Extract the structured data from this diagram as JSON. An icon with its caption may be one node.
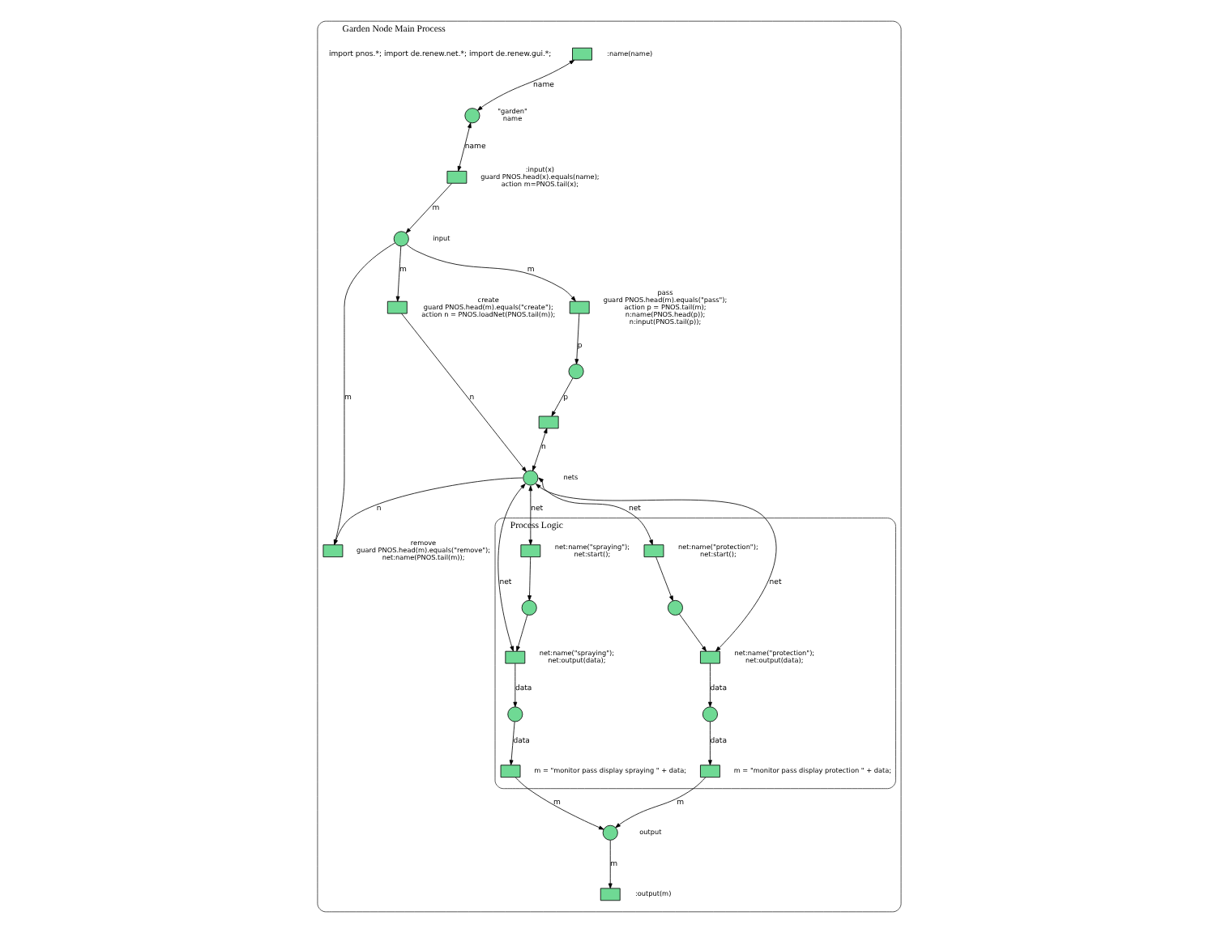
{
  "diagram": {
    "nodes": [
      {
        "text": [
          "Garden Node Main Process"
        ]
      },
      {
        "text": [],
        "shape": "box",
        "in": 0,
        "beside": [
          ":name(name)"
        ]
      },
      {
        "text": [],
        "shape": "circle",
        "in": 0,
        "beside": [
          "\"garden\"",
          "name"
        ]
      },
      {
        "text": [],
        "shape": "box",
        "in": 0,
        "beside": [
          ":input(x)",
          "guard PNOS.head(x).equals(name); action m=PNOS.tail(x);"
        ]
      },
      {
        "text": [],
        "shape": "circle",
        "in": 0,
        "beside": [
          "input"
        ]
      },
      {
        "text": [],
        "shape": "box",
        "in": 0,
        "beside": [
          "remove",
          "guard PNOS.head(m).equals(\"remove\"); net:name(PNOS.tail(m));"
        ]
      },
      {
        "text": [],
        "shape": "box",
        "in": 0,
        "beside": [
          "pass",
          "guard PNOS.head(m).equals(\"pass\"); action p = PNOS.tail(m); n:name(PNOS.head(p)); n:input(PNOS.tail(p));"
        ]
      },
      {
        "text": [],
        "shape": "box",
        "in": 0,
        "beside": [
          "create",
          "guard PNOS.head(m).equals(\"create\"); action n = PNOS.loadNet(PNOS.tail(m));"
        ]
      },
      {
        "text": [],
        "shape": "circle",
        "in": 0
      },
      {
        "text": [],
        "shape": "box",
        "in": 0
      },
      {
        "text": [],
        "shape": "circle",
        "in": 0,
        "beside": [
          "nets"
        ]
      },
      {
        "text": [],
        "shape": "box",
        "in": 0,
        "beside": [
          ":output(m)"
        ]
      },
      {
        "text": [],
        "shape": "circle",
        "in": 0,
        "beside": [
          "output"
        ]
      },
      {
        "text": [
          "Process Logic"
        ],
        "in": 0
      },
      {
        "text": [],
        "shape": "box",
        "in": 13,
        "beside": [
          "m = \"monitor pass display protection \" + data;"
        ]
      },
      {
        "text": [],
        "shape": "circle",
        "in": 13
      },
      {
        "text": [],
        "shape": "box",
        "in": 13,
        "beside": [
          "net:name(\"protection\"); net:output(data);"
        ]
      },
      {
        "text": [],
        "shape": "circle",
        "in": 13
      },
      {
        "text": [],
        "shape": "box",
        "in": 13,
        "beside": [
          "net:name(\"protection\"); net:start();"
        ]
      },
      {
        "text": [],
        "shape": "box",
        "in": 13,
        "beside": [
          "m = \"monitor pass display spraying \" + data;"
        ]
      },
      {
        "text": [],
        "shape": "circle",
        "in": 13
      },
      {
        "text": [],
        "shape": "box",
        "in": 13,
        "beside": [
          "net:name(\"spraying\"); net:output(data);"
        ]
      },
      {
        "text": [],
        "shape": "circle",
        "in": 13
      },
      {
        "text": [],
        "shape": "box",
        "in": 13,
        "beside": [
          "net:name(\"spraying\"); net:start();"
        ]
      }
    ],
    "edges": [
      {
        "from": 1,
        "to": 2,
        "arrow": "both",
        "label": "name"
      },
      {
        "from": 2,
        "to": 3,
        "arrow": "both",
        "label": "name"
      },
      {
        "from": 3,
        "to": 4,
        "arrow": "to",
        "label": "m"
      },
      {
        "from": 4,
        "to": 5,
        "arrow": "to",
        "label": "m"
      },
      {
        "from": 4,
        "to": 6,
        "arrow": "to",
        "label": "m"
      },
      {
        "from": 4,
        "to": 7,
        "arrow": "to",
        "label": "m"
      },
      {
        "from": 6,
        "to": 8,
        "arrow": "to",
        "label": "p"
      },
      {
        "from": 8,
        "to": 9,
        "arrow": "to",
        "label": "p"
      },
      {
        "from": 9,
        "to": 10,
        "arrow": "both",
        "label": "n"
      },
      {
        "from": 7,
        "to": 10,
        "arrow": "to",
        "label": "n"
      },
      {
        "from": 10,
        "to": 5,
        "arrow": "to",
        "label": "n"
      },
      {
        "from": 12,
        "to": 11,
        "arrow": "to",
        "label": "m"
      },
      {
        "from": 14,
        "to": 12,
        "arrow": "to",
        "label": "m"
      },
      {
        "from": 19,
        "to": 12,
        "arrow": "to",
        "label": "m"
      },
      {
        "from": 15,
        "to": 14,
        "arrow": "to",
        "label": "data"
      },
      {
        "from": 16,
        "to": 15,
        "arrow": "to",
        "label": "data"
      },
      {
        "from": 17,
        "to": 16,
        "arrow": "to"
      },
      {
        "from": 18,
        "to": 17,
        "arrow": "to"
      },
      {
        "from": 20,
        "to": 19,
        "arrow": "to",
        "label": "data"
      },
      {
        "from": 21,
        "to": 20,
        "arrow": "to",
        "label": "data"
      },
      {
        "from": 22,
        "to": 21,
        "arrow": "to"
      },
      {
        "from": 23,
        "to": 22,
        "arrow": "to"
      },
      {
        "from": 10,
        "to": 16,
        "arrow": "both",
        "label": "net"
      },
      {
        "from": 10,
        "to": 21,
        "arrow": "both",
        "label": "net"
      },
      {
        "from": 10,
        "to": 23,
        "arrow": "both",
        "label": "net"
      },
      {
        "from": 10,
        "to": 18,
        "arrow": "both",
        "label": "net"
      }
    ],
    "labels": [
      "import pnos.*; import de.renew.net.*; import de.renew.gui.*;"
    ]
  }
}
